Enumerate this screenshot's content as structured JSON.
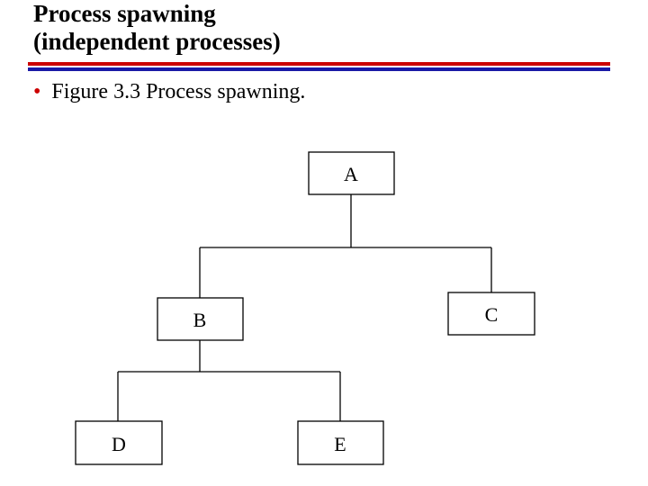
{
  "title": {
    "line1": "Process spawning",
    "line2": "(independent processes)"
  },
  "bullet": {
    "symbol": "•",
    "text": "Figure 3.3 Process spawning."
  },
  "colors": {
    "rule_top": "#cc0000",
    "rule_bottom": "#1a1aa6",
    "bullet": "#cc0000"
  },
  "diagram": {
    "nodes": [
      {
        "id": "A",
        "label": "A"
      },
      {
        "id": "B",
        "label": "B"
      },
      {
        "id": "C",
        "label": "C"
      },
      {
        "id": "D",
        "label": "D"
      },
      {
        "id": "E",
        "label": "E"
      }
    ],
    "edges": [
      {
        "parent": "A",
        "children": [
          "B",
          "C"
        ]
      },
      {
        "parent": "B",
        "children": [
          "D",
          "E"
        ]
      }
    ]
  }
}
